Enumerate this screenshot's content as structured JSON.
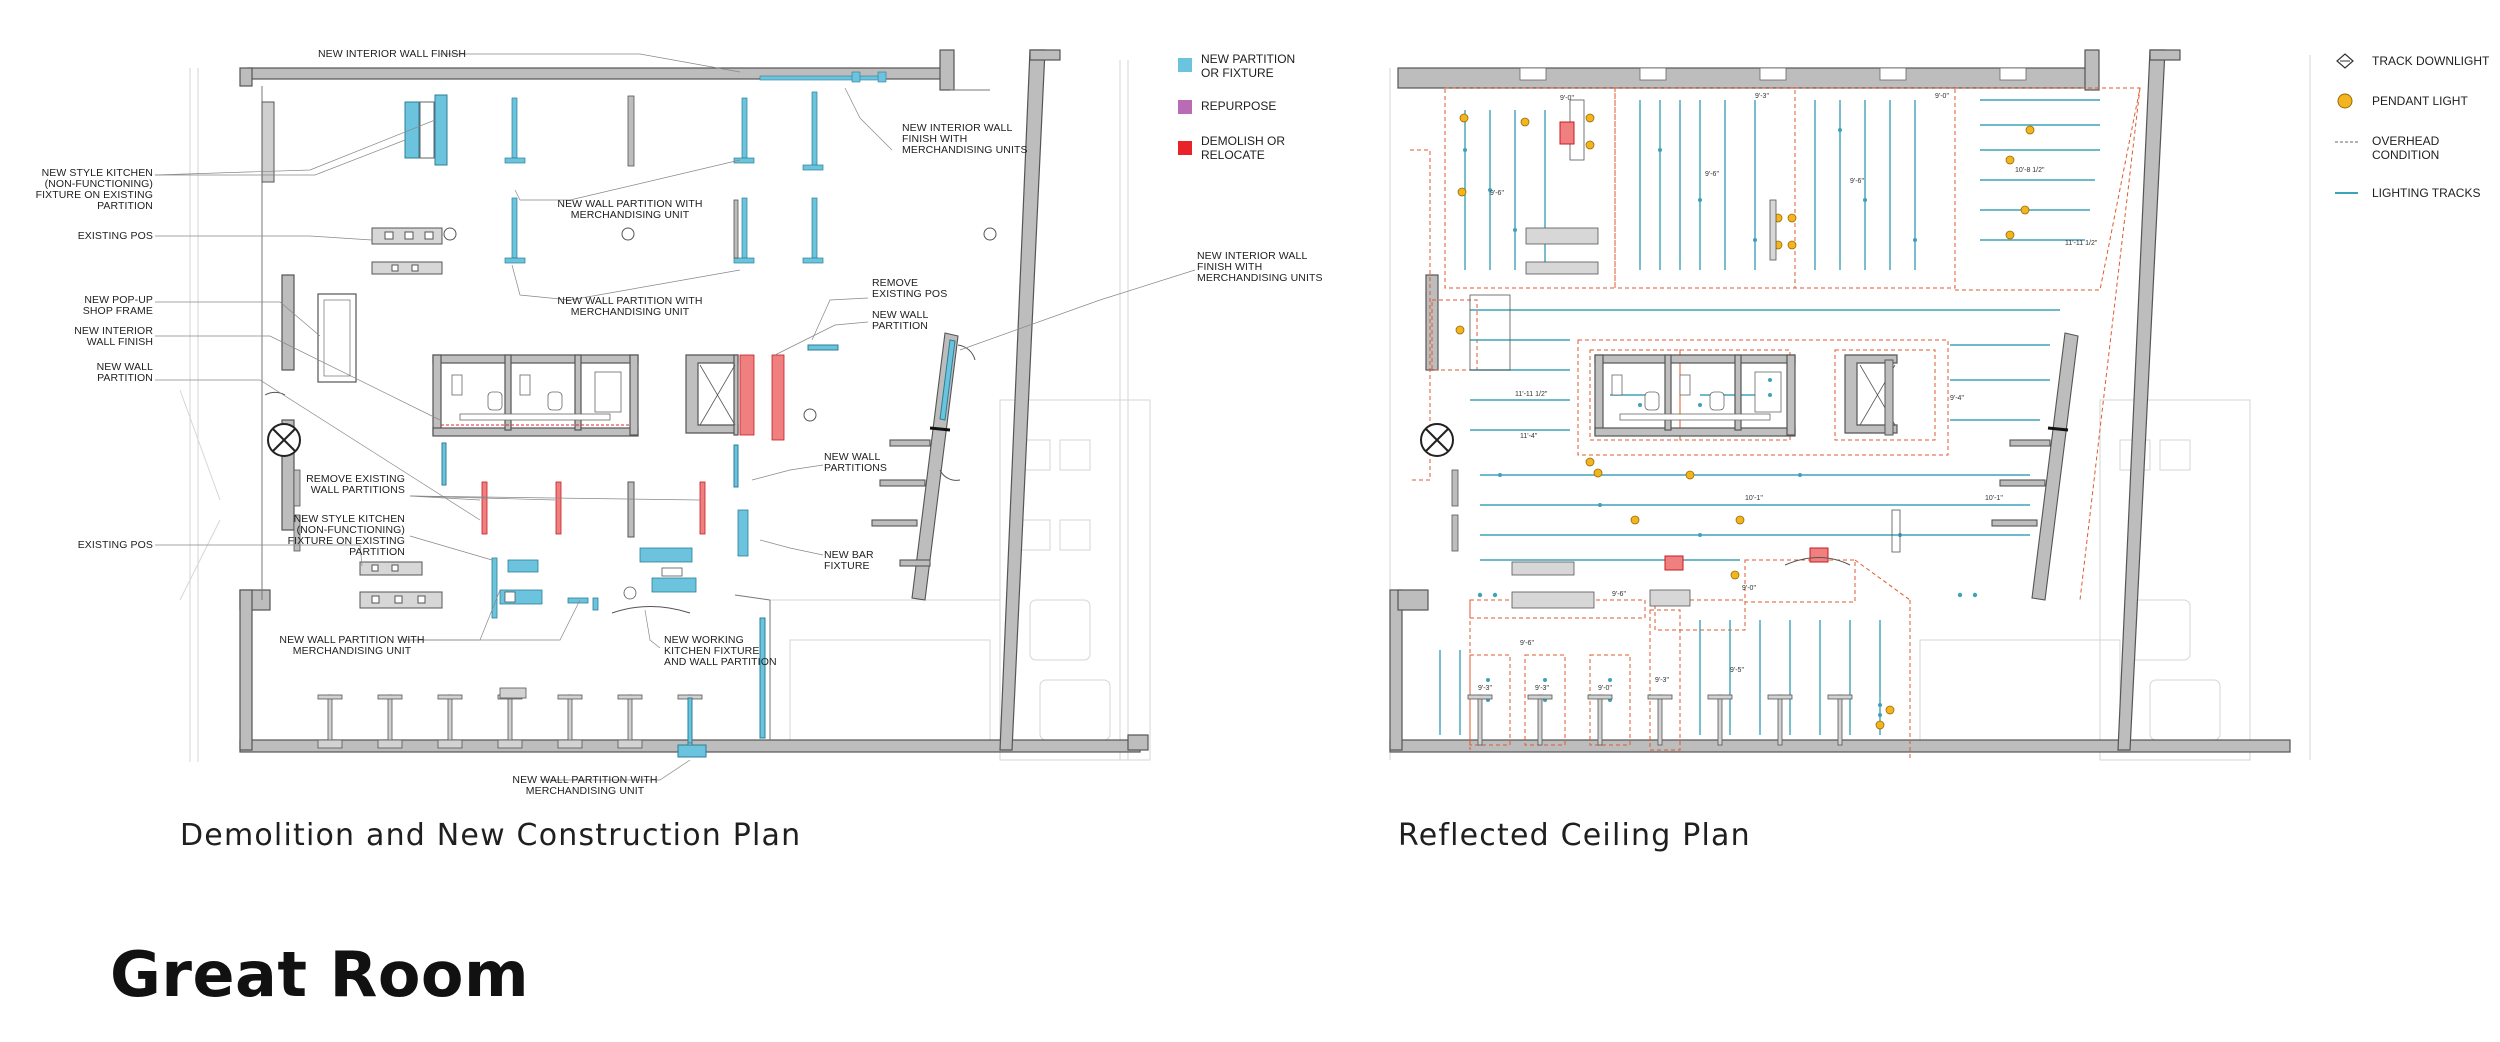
{
  "page": {
    "title": "Great Room"
  },
  "plans": {
    "demolition": {
      "caption": "Demolition and New Construction Plan",
      "annotations": {
        "interior_wall_finish_top": "NEW INTERIOR WALL FINISH",
        "kitchen_upper": [
          "NEW STYLE KITCHEN",
          "(NON-FUNCTIONING)",
          "FIXTURE ON EXISTING",
          "PARTITION"
        ],
        "existing_pos_upper": "EXISTING POS",
        "popup_frame": [
          "NEW POP-UP",
          "SHOP FRAME"
        ],
        "interior_wall_finish_left": [
          "NEW INTERIOR",
          "WALL FINISH"
        ],
        "wall_partition_left": [
          "NEW WALL",
          "PARTITION"
        ],
        "wall_partition_merch_1": [
          "NEW WALL PARTITION WITH",
          "MERCHANDISING UNIT"
        ],
        "wall_partition_merch_2": [
          "NEW WALL PARTITION WITH",
          "MERCHANDISING UNIT"
        ],
        "interior_wall_finish_merch_upper": [
          "NEW INTERIOR WALL",
          "FINISH WITH",
          "MERCHANDISING UNITS"
        ],
        "interior_wall_finish_merch_right": [
          "NEW INTERIOR WALL",
          "FINISH WITH",
          "MERCHANDISING UNITS"
        ],
        "remove_existing_pos": [
          "REMOVE",
          "EXISTING POS"
        ],
        "wall_partition_right": [
          "NEW WALL",
          "PARTITION"
        ],
        "remove_existing_walls": [
          "REMOVE EXISTING",
          "WALL PARTITIONS"
        ],
        "kitchen_lower": [
          "NEW STYLE KITCHEN",
          "(NON-FUNCTIONING)",
          "FIXTURE ON EXISTING",
          "PARTITION"
        ],
        "existing_pos_lower": "EXISTING POS",
        "new_wall_partitions": [
          "NEW WALL",
          "PARTITIONS"
        ],
        "new_bar_fixture": [
          "NEW BAR",
          "FIXTURE"
        ],
        "wall_partition_merch_3": [
          "NEW WALL PARTITION WITH",
          "MERCHANDISING UNIT"
        ],
        "working_kitchen": [
          "NEW WORKING",
          "KITCHEN FIXTURE",
          "AND WALL PARTITION"
        ],
        "wall_partition_merch_bottom": [
          "NEW WALL PARTITION WITH",
          "MERCHANDISING UNIT"
        ]
      },
      "legend": [
        {
          "label": [
            "NEW PARTITION",
            "OR FIXTURE"
          ],
          "color": "#6cc3dd"
        },
        {
          "label": [
            "REPURPOSE"
          ],
          "color": "#b96cb3"
        },
        {
          "label": [
            "DEMOLISH OR",
            "RELOCATE"
          ],
          "color": "#e8232a"
        }
      ]
    },
    "ceiling": {
      "caption": "Reflected Ceiling Plan",
      "legend": [
        {
          "label": [
            "TRACK DOWNLIGHT"
          ],
          "icon": "track-downlight-icon"
        },
        {
          "label": [
            "PENDANT LIGHT"
          ],
          "icon": "pendant-light-icon",
          "color": "#f2b51f"
        },
        {
          "label": [
            "OVERHEAD",
            "CONDITION"
          ],
          "icon": "overhead-condition-icon",
          "color": "#e05a2f"
        },
        {
          "label": [
            "LIGHTING TRACKS"
          ],
          "icon": "lighting-track-icon",
          "color": "#3fa3b8"
        }
      ],
      "dimensions": [
        "9'-0\"",
        "9'-3\"",
        "9'-6\"",
        "9'-6\"",
        "9'-0\"",
        "10'-8 1/2\"",
        "11'-11 1/2\"",
        "9'-6\"",
        "11'-11 1/2\"",
        "11'-4\"",
        "9'-4\"",
        "10'-1\"",
        "10'-1\"",
        "9'-6\"",
        "9'-5\"",
        "9'-3\"",
        "9'-3\"",
        "9'-0\"",
        "9'-6\"",
        "9'-0\"",
        "9'-3\""
      ]
    }
  },
  "colors": {
    "new": "#6cc3dd",
    "repurpose": "#b96cb3",
    "demolish": "#e8232a",
    "pendant": "#f2b51f",
    "overhead": "#e05a2f",
    "track": "#3fa3b8",
    "wall": "#4a4a4a"
  }
}
